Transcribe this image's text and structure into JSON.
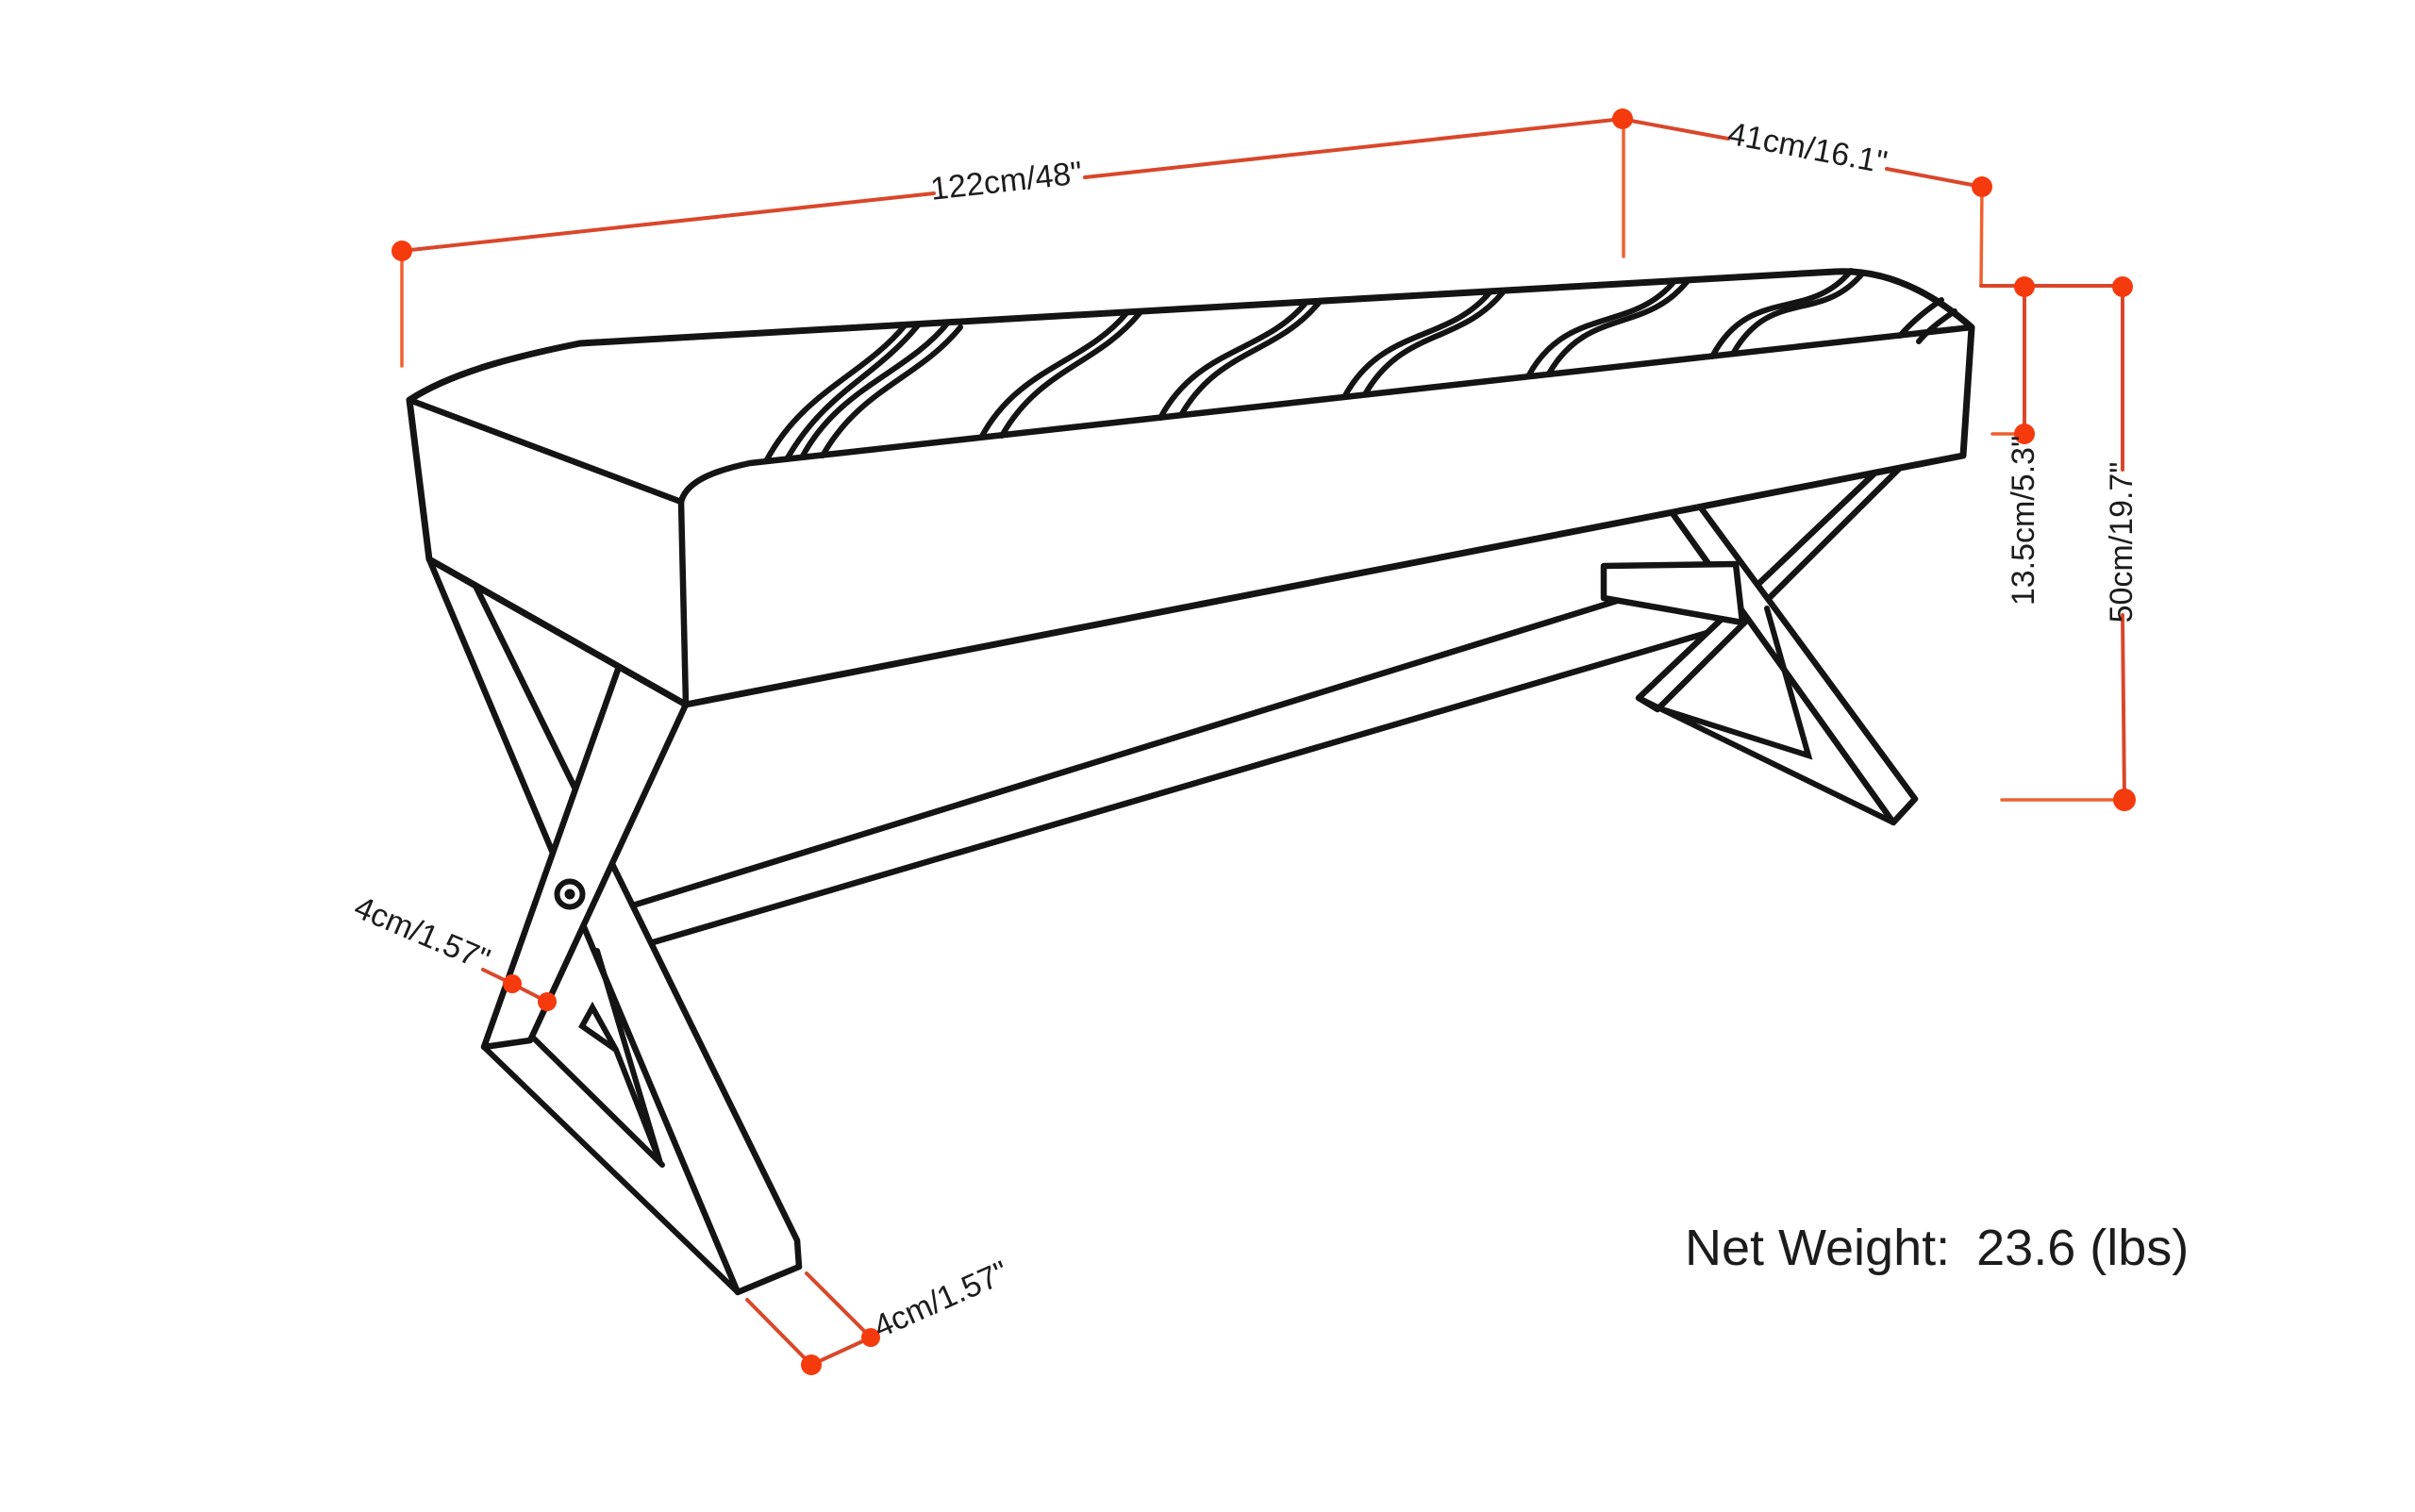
{
  "diagram": {
    "length_label": "122cm/48\"",
    "depth_label": "41cm/16.1\"",
    "cushion_height_label": "13.5cm/5.3\"",
    "overall_height_label": "50cm/19.7\"",
    "leg_width_label_upper": "4cm/1.57\"",
    "leg_width_label_lower": "4cm/1.57\"",
    "net_weight_label": "Net Weight:",
    "net_weight_value": "23.6 (lbs)"
  },
  "colors": {
    "dimension_line": "#d9472b",
    "extension_line": "#ee6130",
    "dimension_dot": "#f53a0e",
    "drawing_line": "#141414",
    "label_text": "#1c1c1c",
    "background": "#ffffff"
  }
}
